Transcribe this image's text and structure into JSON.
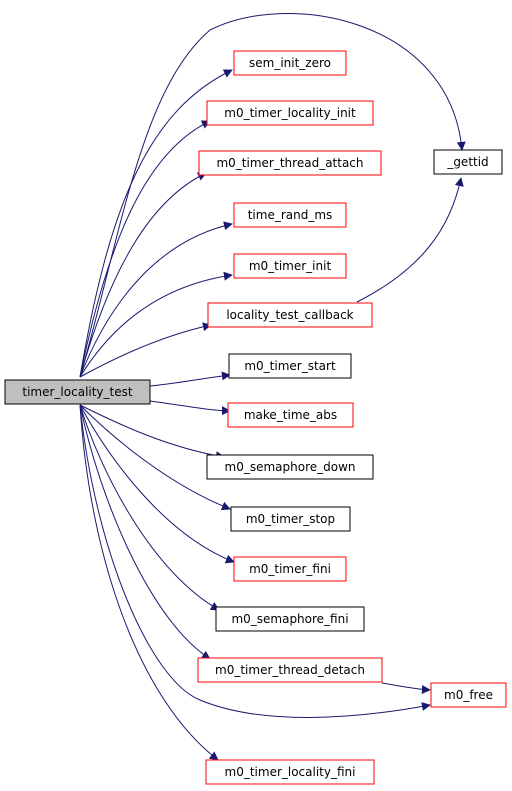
{
  "graph": {
    "colors": {
      "edge": "#191970",
      "border_default": "#ff0000",
      "border_black": "#000000",
      "root_fill": "#bfbfbf",
      "node_fill": "#ffffff"
    },
    "nodes": [
      {
        "id": "timer_locality_test",
        "label": "timer_locality_test",
        "style": "root"
      },
      {
        "id": "sem_init_zero",
        "label": "sem_init_zero",
        "style": "red"
      },
      {
        "id": "m0_timer_locality_init",
        "label": "m0_timer_locality_init",
        "style": "red"
      },
      {
        "id": "m0_timer_thread_attach",
        "label": "m0_timer_thread_attach",
        "style": "red"
      },
      {
        "id": "time_rand_ms",
        "label": "time_rand_ms",
        "style": "red"
      },
      {
        "id": "m0_timer_init",
        "label": "m0_timer_init",
        "style": "red"
      },
      {
        "id": "locality_test_callback",
        "label": "locality_test_callback",
        "style": "red"
      },
      {
        "id": "m0_timer_start",
        "label": "m0_timer_start",
        "style": "black"
      },
      {
        "id": "make_time_abs",
        "label": "make_time_abs",
        "style": "red"
      },
      {
        "id": "m0_semaphore_down",
        "label": "m0_semaphore_down",
        "style": "black"
      },
      {
        "id": "m0_timer_stop",
        "label": "m0_timer_stop",
        "style": "black"
      },
      {
        "id": "m0_timer_fini",
        "label": "m0_timer_fini",
        "style": "red"
      },
      {
        "id": "m0_semaphore_fini",
        "label": "m0_semaphore_fini",
        "style": "black"
      },
      {
        "id": "m0_timer_thread_detach",
        "label": "m0_timer_thread_detach",
        "style": "red"
      },
      {
        "id": "m0_timer_locality_fini",
        "label": "m0_timer_locality_fini",
        "style": "red"
      },
      {
        "id": "_gettid",
        "label": "_gettid",
        "style": "black"
      },
      {
        "id": "m0_free",
        "label": "m0_free",
        "style": "red"
      }
    ],
    "edges": [
      {
        "from": "timer_locality_test",
        "to": "_gettid"
      },
      {
        "from": "timer_locality_test",
        "to": "sem_init_zero"
      },
      {
        "from": "timer_locality_test",
        "to": "m0_timer_locality_init"
      },
      {
        "from": "timer_locality_test",
        "to": "m0_timer_thread_attach"
      },
      {
        "from": "timer_locality_test",
        "to": "time_rand_ms"
      },
      {
        "from": "timer_locality_test",
        "to": "m0_timer_init"
      },
      {
        "from": "timer_locality_test",
        "to": "locality_test_callback"
      },
      {
        "from": "timer_locality_test",
        "to": "m0_timer_start"
      },
      {
        "from": "timer_locality_test",
        "to": "make_time_abs"
      },
      {
        "from": "timer_locality_test",
        "to": "m0_semaphore_down"
      },
      {
        "from": "timer_locality_test",
        "to": "m0_timer_stop"
      },
      {
        "from": "timer_locality_test",
        "to": "m0_timer_fini"
      },
      {
        "from": "timer_locality_test",
        "to": "m0_semaphore_fini"
      },
      {
        "from": "timer_locality_test",
        "to": "m0_timer_thread_detach"
      },
      {
        "from": "timer_locality_test",
        "to": "m0_free"
      },
      {
        "from": "timer_locality_test",
        "to": "m0_timer_locality_fini"
      },
      {
        "from": "locality_test_callback",
        "to": "_gettid"
      },
      {
        "from": "m0_timer_thread_detach",
        "to": "m0_free"
      }
    ]
  }
}
